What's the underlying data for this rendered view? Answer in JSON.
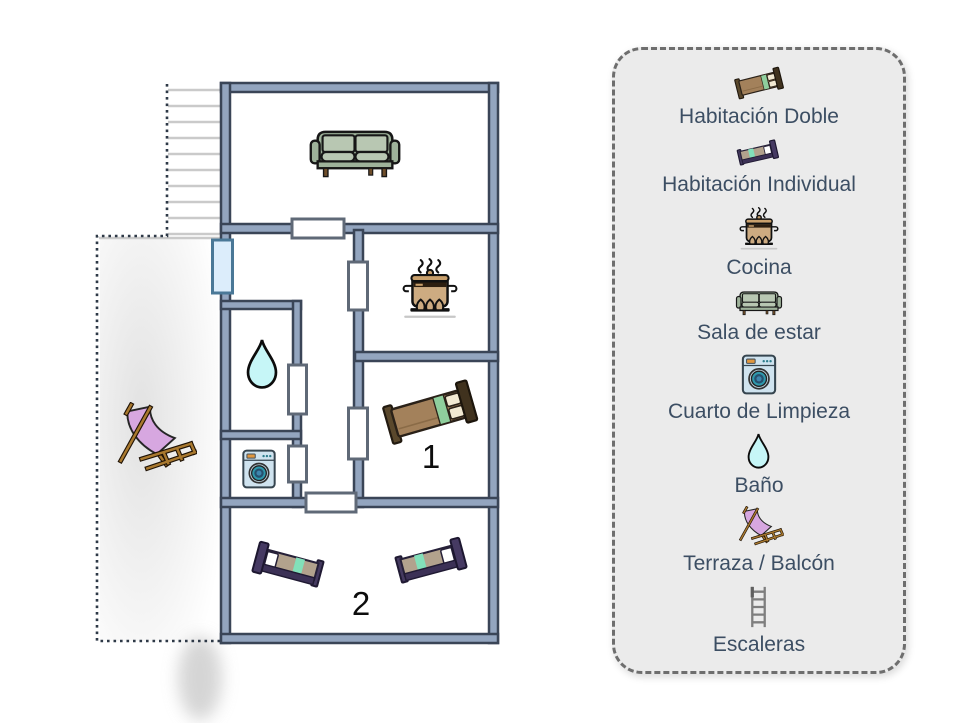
{
  "plan": {
    "rooms": {
      "bedroom1_number": "1",
      "bedroom2_number": "2"
    }
  },
  "legend": {
    "items": [
      {
        "icon": "double-bed-icon",
        "label": "Habitación Doble"
      },
      {
        "icon": "single-bed-icon",
        "label": "Habitación Individual"
      },
      {
        "icon": "cooking-pot-icon",
        "label": "Cocina"
      },
      {
        "icon": "sofa-icon",
        "label": "Sala de estar"
      },
      {
        "icon": "washing-machine-icon",
        "label": "Cuarto de Limpieza"
      },
      {
        "icon": "water-drop-icon",
        "label": "Baño"
      },
      {
        "icon": "deck-chair-icon",
        "label": "Terraza / Balcón"
      },
      {
        "icon": "stairs-ladder-icon",
        "label": "Escaleras"
      }
    ]
  },
  "colors": {
    "wall_core": "#93a5bf",
    "wall_edge": "#3a4557",
    "door_frame": "#5f6977",
    "window_fill": "#dcedfb",
    "window_frame": "#4a7897",
    "legend_bg": "#ebebeb",
    "legend_border": "#6e6e6e",
    "label_text": "#3c4e63"
  }
}
